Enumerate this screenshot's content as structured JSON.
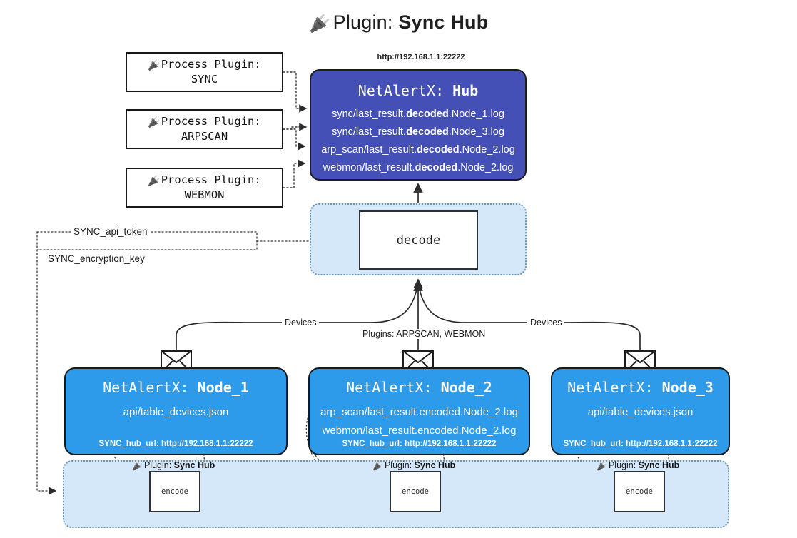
{
  "title": {
    "icon": "plug-icon",
    "prefix": "Plugin: ",
    "name": "Sync Hub"
  },
  "process_plugins": [
    {
      "icon": "plug-icon",
      "label": "Process Plugin:",
      "name": "SYNC"
    },
    {
      "icon": "plug-icon",
      "label": "Process Plugin:",
      "name": "ARPSCAN"
    },
    {
      "icon": "plug-icon",
      "label": "Process Plugin:",
      "name": "WEBMON"
    }
  ],
  "hub": {
    "url": "http://192.168.1.1:22222",
    "prefix": "NetAlertX: ",
    "name": "Hub",
    "logs": [
      {
        "pre": "sync/last_result.",
        "mid": "decoded",
        "post": ".Node_1.log"
      },
      {
        "pre": "sync/last_result.",
        "mid": "decoded",
        "post": ".Node_3.log"
      },
      {
        "pre": "arp_scan/last_result.",
        "mid": "decoded",
        "post": ".Node_2.log"
      },
      {
        "pre": "webmon/last_result.",
        "mid": "decoded",
        "post": ".Node_2.log"
      }
    ]
  },
  "decode": {
    "label": "decode"
  },
  "secrets": [
    {
      "label": "SYNC_api_token"
    },
    {
      "label": "SYNC_encryption_key"
    }
  ],
  "edge_labels": {
    "devices_left": "Devices",
    "devices_right": "Devices",
    "plugins_center": "Plugins: ARPSCAN, WEBMON"
  },
  "nodes": [
    {
      "prefix": "NetAlertX: ",
      "name": "Node_1",
      "lines": [
        "api/table_devices.json"
      ],
      "hub_url": "SYNC_hub_url: http://192.168.1.1:22222"
    },
    {
      "prefix": "NetAlertX: ",
      "name": "Node_2",
      "lines": [
        "arp_scan/last_result.encoded.Node_2.log",
        "webmon/last_result.encoded.Node_2.log"
      ],
      "hub_url": "SYNC_hub_url: http://192.168.1.1:22222"
    },
    {
      "prefix": "NetAlertX: ",
      "name": "Node_3",
      "lines": [
        "api/table_devices.json"
      ],
      "hub_url": "SYNC_hub_url: http://192.168.1.1:22222"
    }
  ],
  "encoders": [
    {
      "caption_prefix": "Plugin: ",
      "caption_name": "Sync Hub",
      "label": "encode"
    },
    {
      "caption_prefix": "Plugin: ",
      "caption_name": "Sync Hub",
      "label": "encode"
    },
    {
      "caption_prefix": "Plugin: ",
      "caption_name": "Sync Hub",
      "label": "encode"
    }
  ],
  "colors": {
    "hub_fill": "#4450b6",
    "node_fill": "#2e9bea",
    "container_fill": "#d5e8f9",
    "container_border": "#6f93ad",
    "stroke": "#2e3237"
  }
}
